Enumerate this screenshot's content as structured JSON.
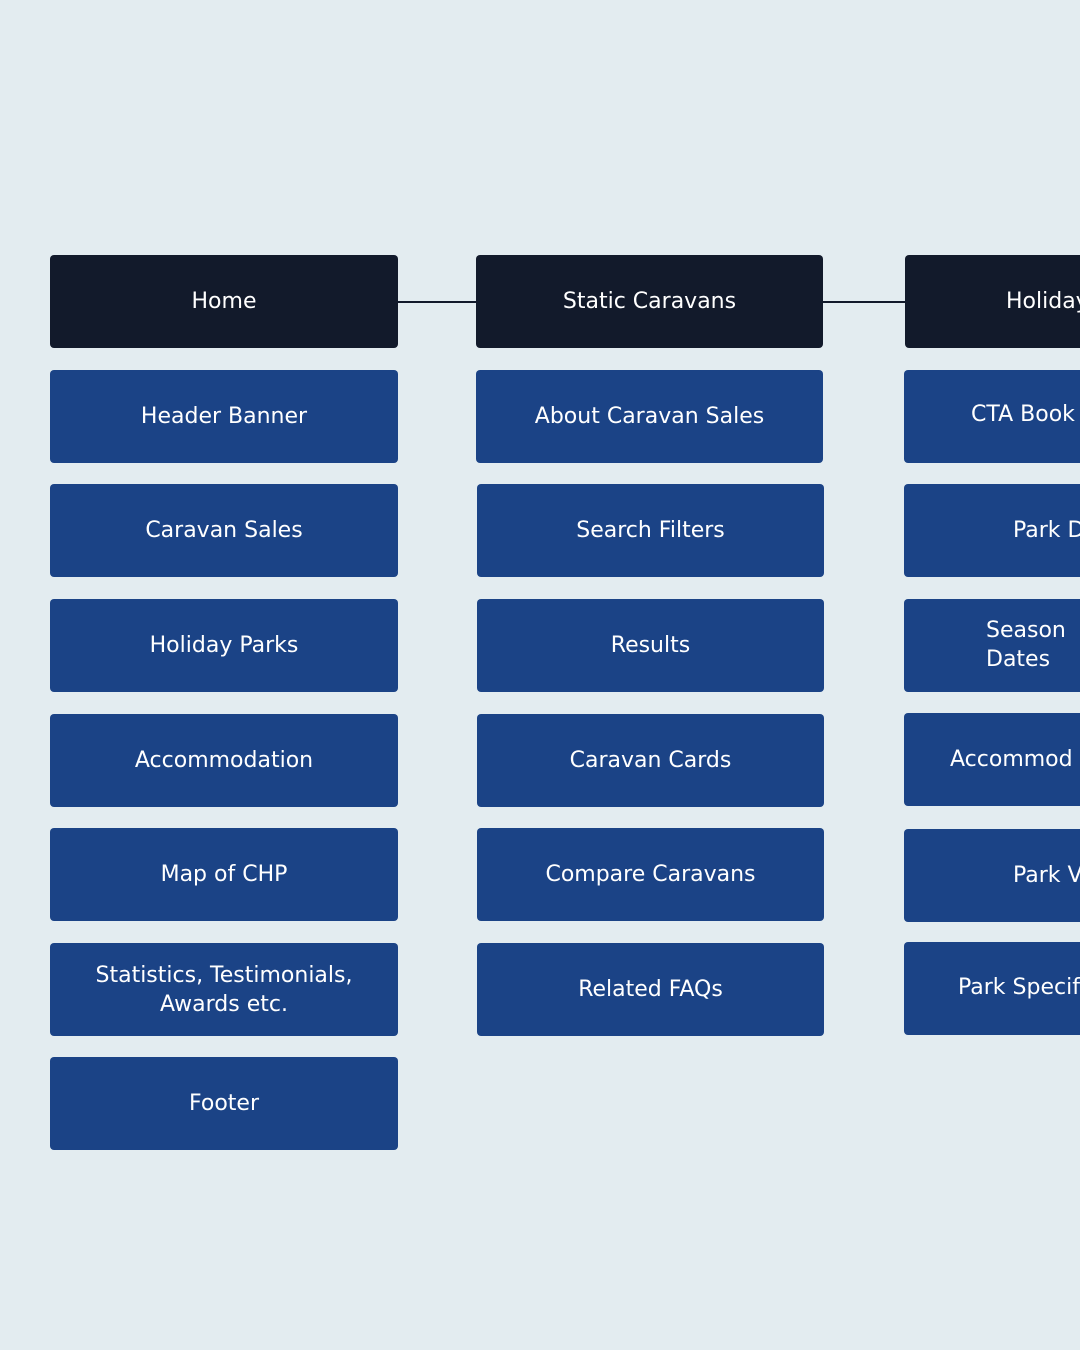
{
  "colors": {
    "background": "#e3ecf0",
    "page_node": "#121a2b",
    "section_node": "#1b4386",
    "text": "#ffffff",
    "connector": "#121a2b"
  },
  "columns": [
    {
      "title": "Home",
      "sections": [
        "Header Banner",
        "Caravan Sales",
        "Holiday Parks",
        "Accommodation",
        "Map of CHP",
        "Statistics, Testimonials, Awards etc.",
        "Footer"
      ]
    },
    {
      "title": "Static Caravans",
      "sections": [
        "About Caravan Sales",
        "Search Filters",
        "Results",
        "Caravan Cards",
        "Compare Caravans",
        "Related FAQs"
      ]
    },
    {
      "title": "Holiday",
      "sections": [
        "CTA Book",
        "Park D",
        "Season Dates",
        "Accommod",
        "Park V",
        "Park Specif"
      ]
    }
  ]
}
